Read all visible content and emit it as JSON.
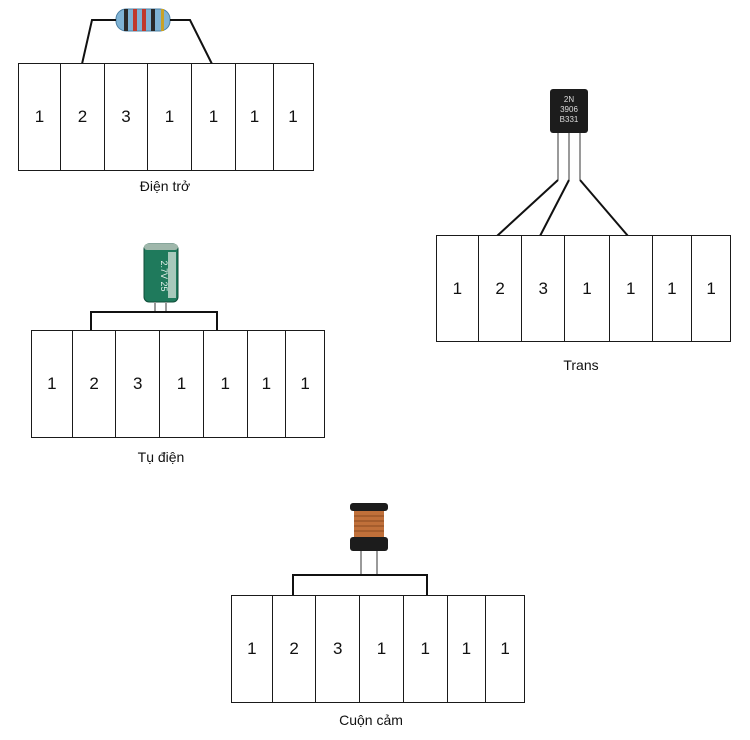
{
  "diagrams": [
    {
      "id": "resistor",
      "caption": "Điện trở",
      "cells": [
        "1",
        "2",
        "3",
        "1",
        "1",
        "1",
        "1"
      ],
      "component_icon": "resistor-icon"
    },
    {
      "id": "capacitor",
      "caption": "Tụ điện",
      "cells": [
        "1",
        "2",
        "3",
        "1",
        "1",
        "1",
        "1"
      ],
      "component_icon": "capacitor-icon",
      "component_text": "2.7V 25"
    },
    {
      "id": "transistor",
      "caption": "Trans",
      "cells": [
        "1",
        "2",
        "3",
        "1",
        "1",
        "1",
        "1"
      ],
      "component_icon": "transistor-icon",
      "component_text": [
        "2N",
        "3906",
        "B331"
      ]
    },
    {
      "id": "inductor",
      "caption": "Cuộn cảm",
      "cells": [
        "1",
        "2",
        "3",
        "1",
        "1",
        "1",
        "1"
      ],
      "component_icon": "inductor-icon"
    }
  ],
  "colors": {
    "resistor_body": "#7fb3d5",
    "capacitor_body": "#1f7a5c",
    "transistor_body": "#1c1c1c",
    "inductor_coil": "#c0703a"
  }
}
